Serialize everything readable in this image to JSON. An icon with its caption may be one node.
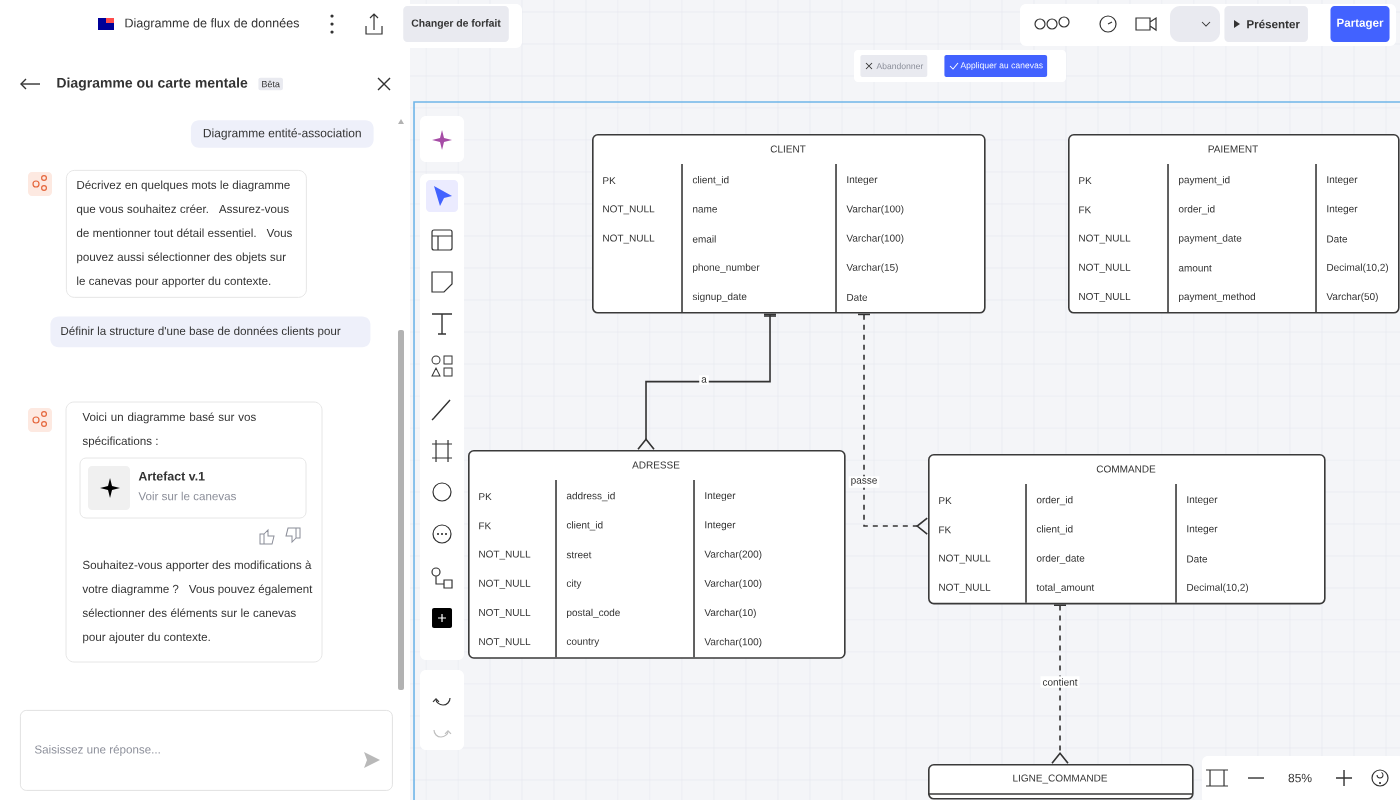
{
  "diagram": {
    "nodes": [
      {
        "text": [
          "CLIENT",
          "PK",
          "client_id",
          "Integer",
          "NOT_NULL",
          "name",
          "Varchar(100)",
          "NOT_NULL",
          "email",
          "Varchar(100)",
          "phone_number",
          "Varchar(15)",
          "signup_date",
          "Date"
        ]
      },
      {
        "text": [
          "PAIEMENT",
          "PK",
          "payment_id",
          "Integer",
          "FK",
          "order_id",
          "Integer",
          "NOT_NULL",
          "payment_date",
          "Date",
          "NOT_NULL",
          "amount",
          "Decimal(10,2)",
          "NOT_NULL",
          "payment_method",
          "Varchar(50)"
        ]
      },
      {
        "text": [
          "ADRESSE",
          "PK",
          "address_id",
          "Integer",
          "FK",
          "client_id",
          "Integer",
          "NOT_NULL",
          "street",
          "Varchar(200)",
          "NOT_NULL",
          "city",
          "Varchar(100)",
          "NOT_NULL",
          "postal_code",
          "Varchar(10)",
          "NOT_NULL",
          "country",
          "Varchar(100)"
        ]
      },
      {
        "text": [
          "COMMANDE",
          "PK",
          "order_id",
          "Integer",
          "FK",
          "client_id",
          "Integer",
          "NOT_NULL",
          "order_date",
          "Date",
          "NOT_NULL",
          "total_amount",
          "Decimal(10,2)"
        ]
      },
      {
        "text": [
          "LIGNE_COMMANDE"
        ]
      }
    ],
    "edges": [
      {
        "from": 0,
        "to": 2,
        "arrow": "other",
        "label": "a"
      },
      {
        "from": 0,
        "to": 3,
        "arrow": "other",
        "label": "passe",
        "style": "dashed"
      },
      {
        "from": 3,
        "to": 4,
        "arrow": "other",
        "label": "contient",
        "style": "dashed"
      }
    ],
    "labels": [
      "Diagramme de flux de données",
      "Changer de forfait",
      "Diagramme ou carte mentale",
      "Bêta",
      "Diagramme entité-association",
      "Décrivez en quelques mots le diagramme que vous souhaitez créer. Assurez-vous de mentionner tout détail essentiel. Vous pouvez aussi sélectionner des objets sur le canevas pour apporter du contexte.",
      "Définir la structure d'une base de données clients pour",
      "Voici un diagramme basé sur vos spécifications :",
      "Artefact v.1",
      "Voir sur le canevas",
      "Souhaitez-vous apporter des modifications à votre diagramme ? Vous pouvez également sélectionner des éléments sur le canevas pour ajouter du contexte.",
      "Saisissez une réponse...",
      "Abandonner",
      "Appliquer au canevas",
      "Présenter",
      "Partager",
      "85%"
    ]
  }
}
